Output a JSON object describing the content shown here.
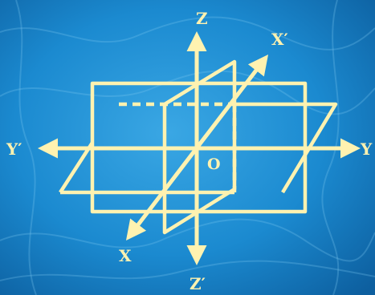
{
  "diagram": {
    "axes": {
      "z": "Z",
      "z_neg": "Z′",
      "x": "X",
      "x_neg": "X′",
      "y": "Y",
      "y_neg": "Y′"
    },
    "origin": "O"
  },
  "colors": {
    "background_dark": "#0d5f9f",
    "background_mid": "#1b8ad0",
    "background_light": "#3aa7e4",
    "line": "#fff2b0"
  }
}
